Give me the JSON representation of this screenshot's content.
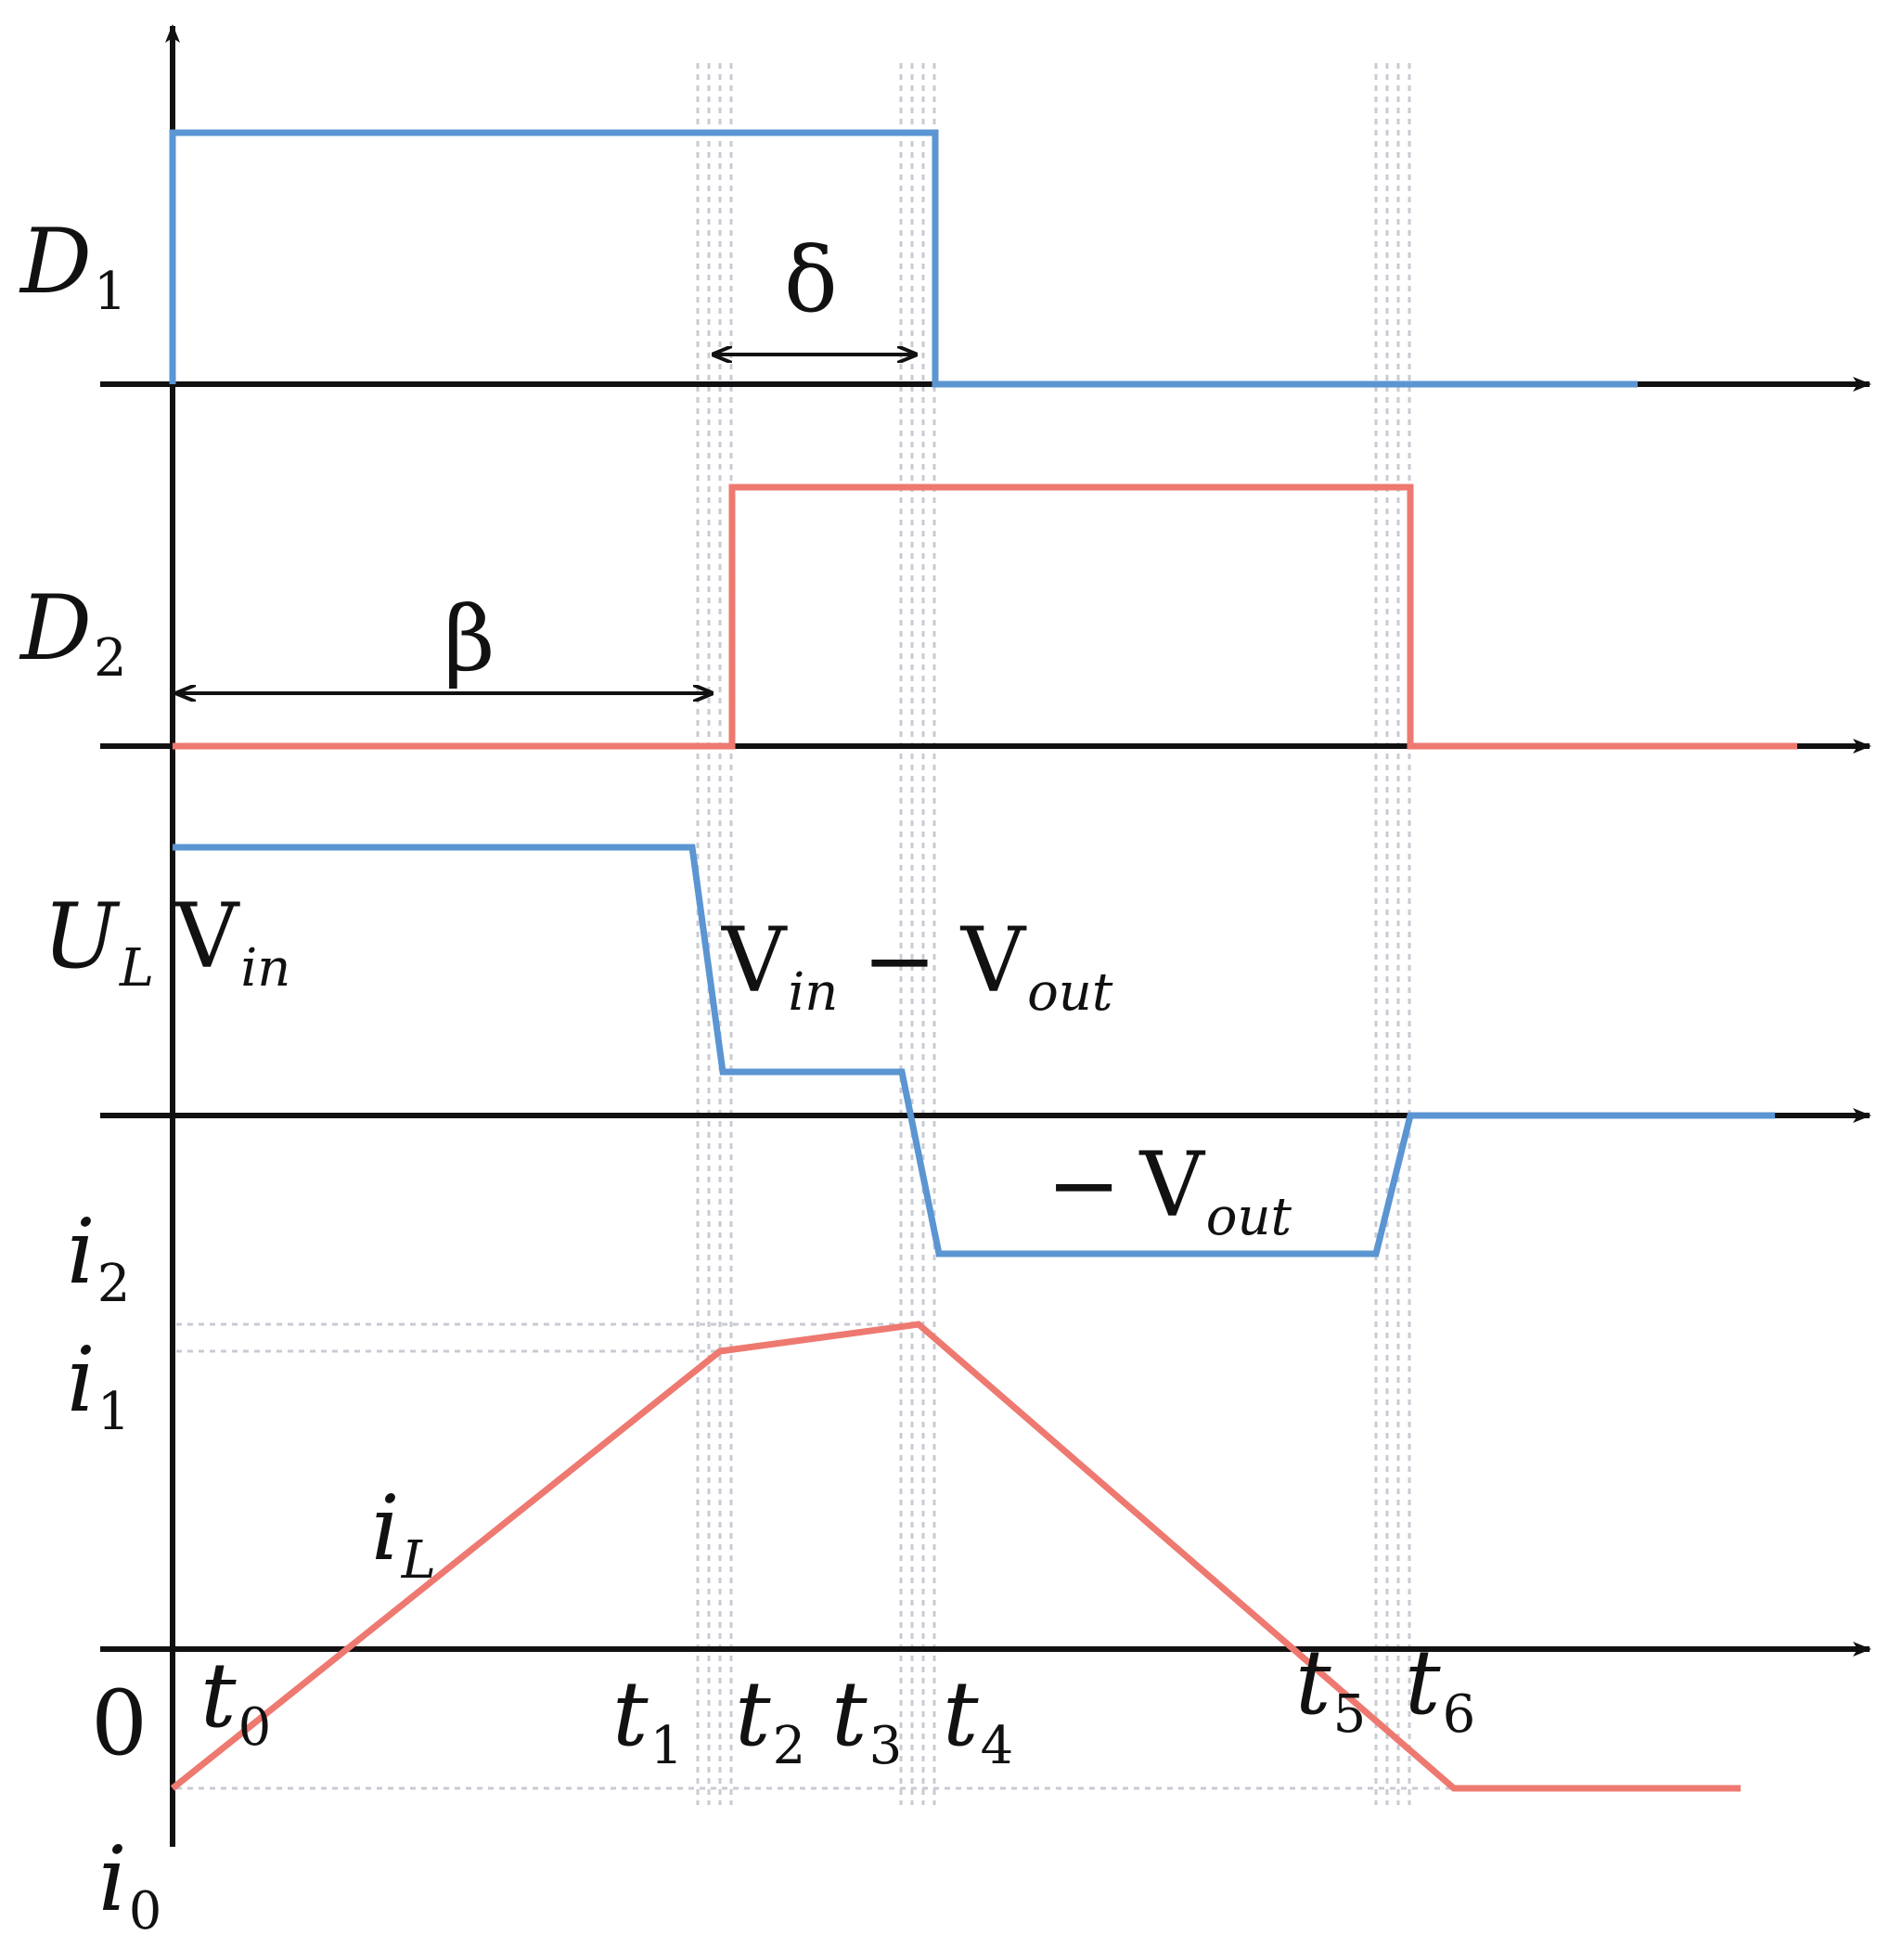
{
  "colors": {
    "axis": "#111111",
    "signal_blue": "#5b95d2",
    "signal_red": "#ee7970",
    "guide": "#c9cbd3"
  },
  "labels": {
    "d1": {
      "base": "D",
      "sub": "1"
    },
    "d2": {
      "base": "D",
      "sub": "2"
    },
    "ul": {
      "base": "U",
      "sub": "L"
    },
    "vin": {
      "base": "V",
      "sub": "in"
    },
    "vin_minus_vout": {
      "base1": "V",
      "sub1": "in",
      "op": "−",
      "base2": "V",
      "sub2": "out"
    },
    "minus_vout": {
      "op": "−",
      "base": "V",
      "sub": "out"
    },
    "delta": "δ",
    "beta": "β",
    "il": {
      "base": "i",
      "sub": "L"
    },
    "i2": {
      "base": "i",
      "sub": "2"
    },
    "i1": {
      "base": "i",
      "sub": "1"
    },
    "i0": {
      "base": "i",
      "sub": "0"
    },
    "zero": "0",
    "t0": {
      "base": "t",
      "sub": "0"
    },
    "t1": {
      "base": "t",
      "sub": "1"
    },
    "t2": {
      "base": "t",
      "sub": "2"
    },
    "t3": {
      "base": "t",
      "sub": "3"
    },
    "t4": {
      "base": "t",
      "sub": "4"
    },
    "t5": {
      "base": "t",
      "sub": "5"
    },
    "t6": {
      "base": "t",
      "sub": "6"
    }
  },
  "icons": {
    "axis_arrow": "arrowhead-icon",
    "double_arrow": "double-arrow-icon"
  }
}
